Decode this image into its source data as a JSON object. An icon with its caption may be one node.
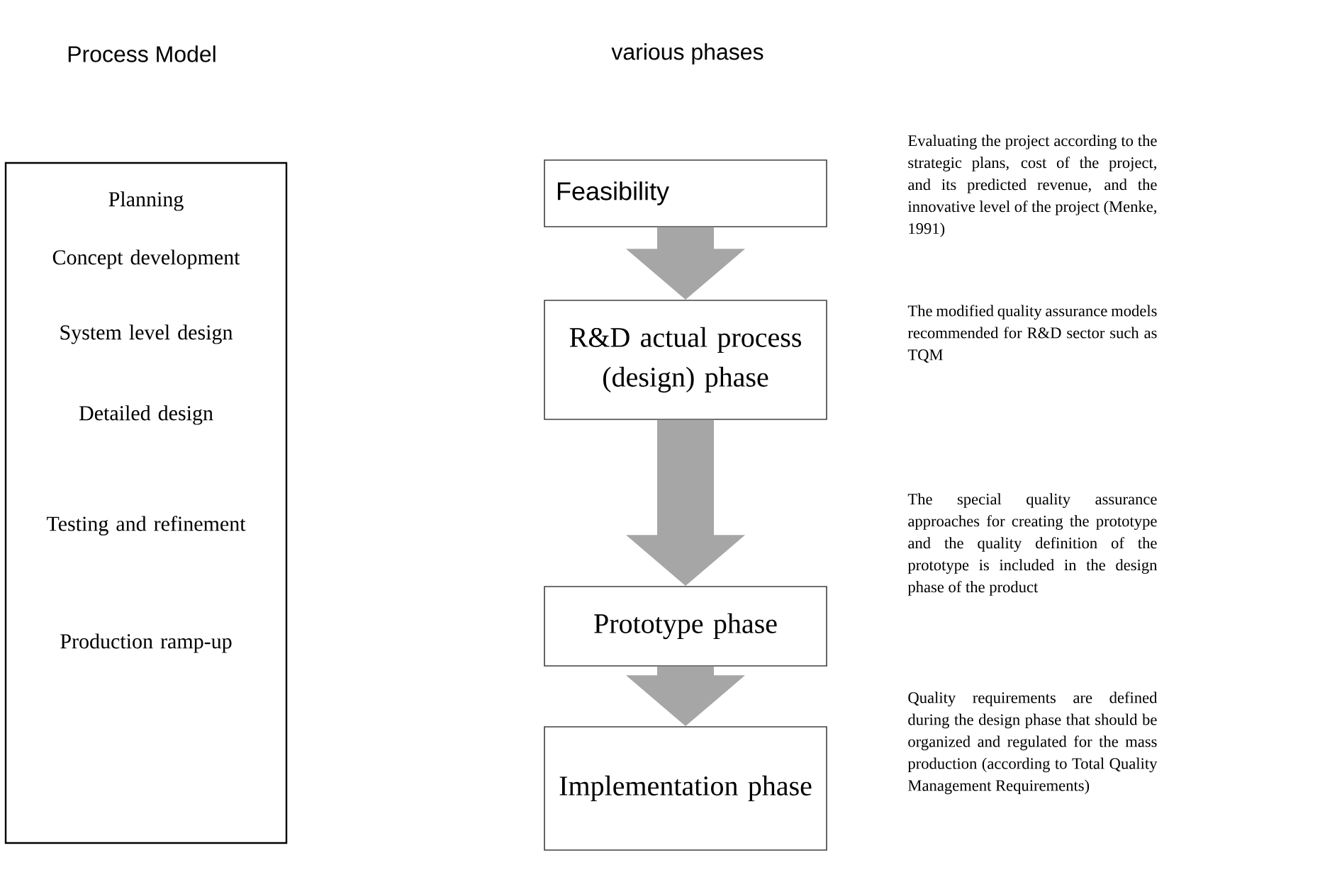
{
  "diagram": {
    "nodes": [
      {
        "text": [
          "Planning",
          "Concept development",
          "System level design",
          "Detailed design",
          "Testing and refinement",
          "Production ramp-up"
        ]
      },
      {
        "text": [
          "Feasibility"
        ]
      },
      {
        "text": [
          "R&D actual process (design) phase"
        ]
      },
      {
        "text": [
          "Prototype phase"
        ]
      },
      {
        "text": [
          "Implementation phase"
        ]
      }
    ],
    "edges": [
      {
        "from": 1,
        "to": 2,
        "arrow": "to"
      },
      {
        "from": 2,
        "to": 3,
        "arrow": "to"
      },
      {
        "from": 3,
        "to": 4,
        "arrow": "to"
      }
    ],
    "labels": [
      "Process Model",
      "various phases",
      "Evaluating the project according to the strategic plans, cost of the project, and its predicted revenue, and the innovative level of the project (Menke, 1991)",
      "The modified quality assurance models recommended for R&D sector such as TQM",
      "The special quality assurance approaches for creating the prototype and the quality definition of the prototype is included in the design phase of the product",
      "Quality requirements are defined during the design phase that should be organized and regulated for the mass production (according to Total Quality Management Requirements)"
    ]
  }
}
